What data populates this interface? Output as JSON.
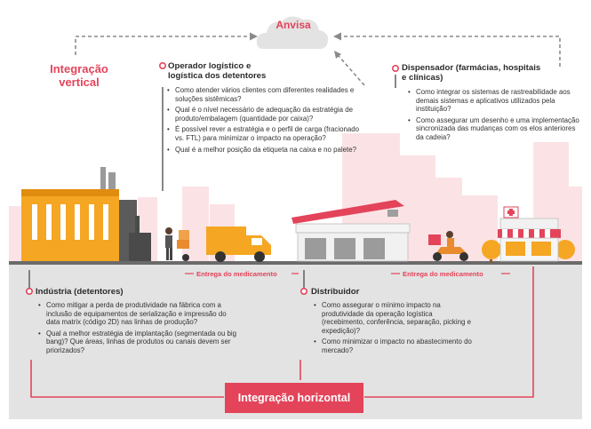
{
  "anvisa": "Anvisa",
  "integracao_vertical": [
    "Integração",
    "vertical"
  ],
  "integracao_horizontal": "Integração horizontal",
  "flow_labels": [
    "Entrega do medicamento",
    "Entrega do medicamento"
  ],
  "operador": {
    "title": [
      "Operador logístico e",
      "logística dos detentores"
    ],
    "items": [
      "Como atender vários clientes com diferentes realidades e soluções sistêmicas?",
      "Qual é o nível necessário de adequação da estratégia de produto/embalagem (quantidade por caixa)?",
      "É possível rever a estratégia e o perfil de carga (fracionado vs. FTL) para minimizar o impacto na operação?",
      "Qual é a melhor posição da etiqueta na caixa e no palete?"
    ]
  },
  "dispensador": {
    "title": [
      "Dispensador (farmácias, hospitais",
      "e clínicas)"
    ],
    "items": [
      "Como integrar os sistemas de rastreabilidade aos demais sistemas e aplicativos utilizados pela instituição?",
      "Como assegurar um desenho e uma implementação sincronizada das mudanças com os elos anteriores da cadeia?"
    ]
  },
  "industria": {
    "title": "Indústria (detentores)",
    "items": [
      "Como mitigar a perda de produtividade na fábrica com a inclusão de equipamentos de serialização e impressão do data matrix (código 2D) nas linhas de produção?",
      "Qual a melhor estratégia de implantação (segmentada ou big bang)? Que áreas, linhas de produtos ou canais devem ser priorizados?"
    ]
  },
  "distribuidor": {
    "title": "Distribuidor",
    "items": [
      "Como assegurar o mínimo impacto na produtividade da operação logística (recebimento, conferência, separação, picking e expedição)?",
      "Como minimizar o impacto no abastecimento do mercado?"
    ]
  },
  "colors": {
    "accent": "#e3445a",
    "orange": "#f5a623",
    "ground": "#e2e2e2"
  }
}
